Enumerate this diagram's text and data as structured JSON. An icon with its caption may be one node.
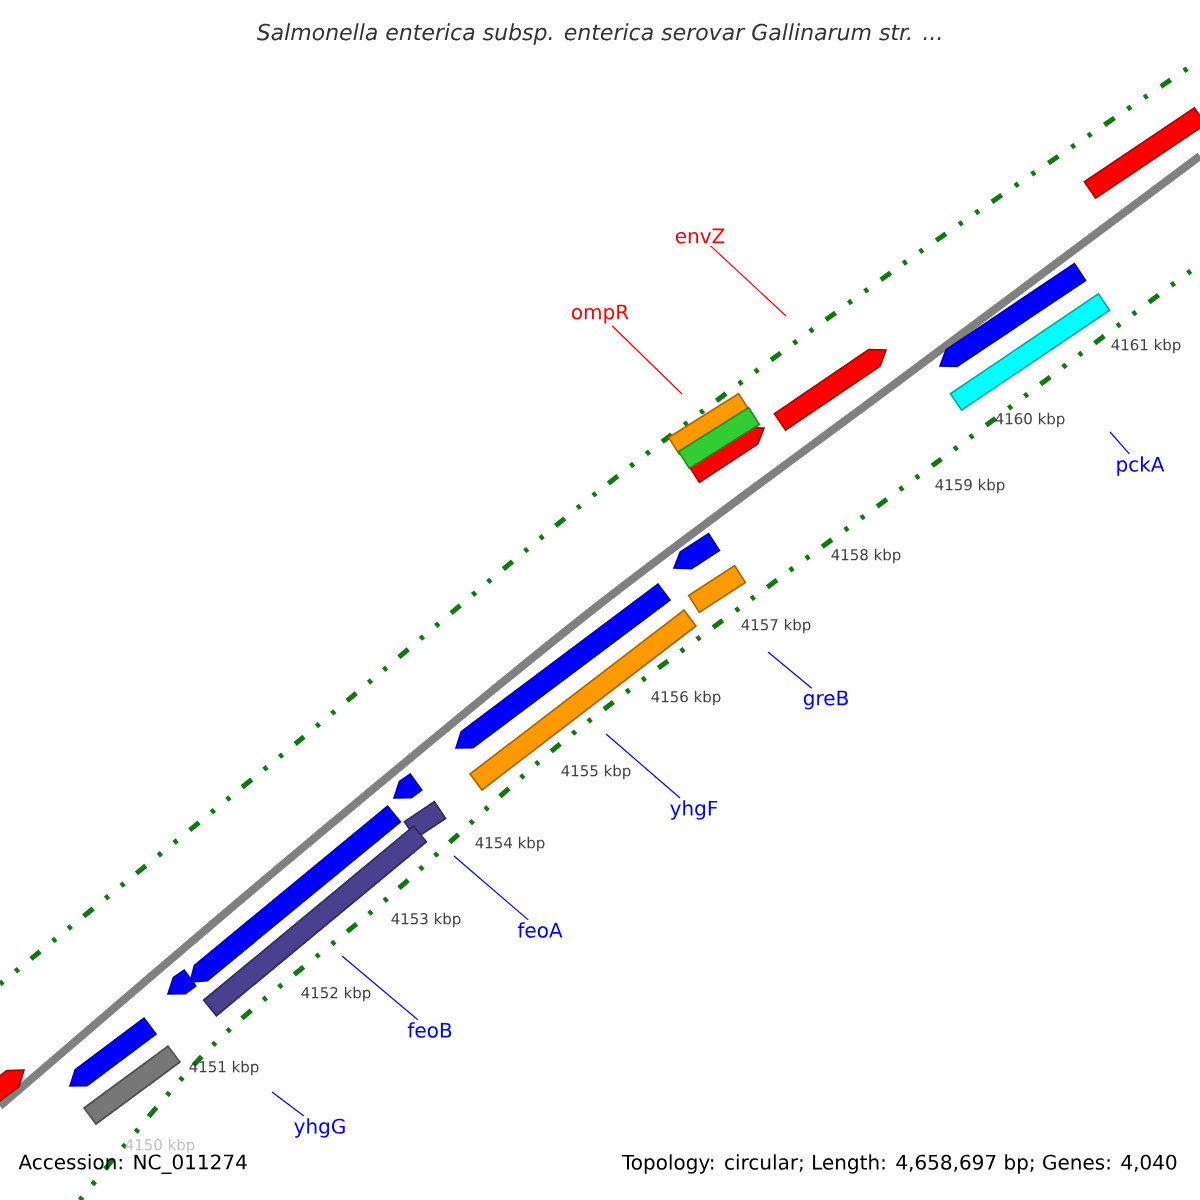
{
  "diagram": {
    "title": "*Salmonella enterica* subsp. *enterica* serovar *Gallinarum* str. ...",
    "nodes": [
      {
        "text": [
          "ompR"
        ]
      },
      {
        "text": [
          "envZ"
        ]
      },
      {
        "text": [
          "pckA"
        ]
      },
      {
        "text": [
          "greB"
        ]
      },
      {
        "text": [
          "yhgF"
        ]
      },
      {
        "text": [
          "feoA"
        ]
      },
      {
        "text": [
          "feoB"
        ]
      },
      {
        "text": [
          "yhgG"
        ]
      }
    ],
    "edges": [
      {
        "from": 0,
        "to": null,
        "arrow": "none",
        "color": "#ff0000"
      },
      {
        "from": 1,
        "to": null,
        "arrow": "none",
        "color": "#ff0000"
      },
      {
        "from": 2,
        "to": null,
        "arrow": "none"
      },
      {
        "from": 3,
        "to": null,
        "arrow": "none"
      },
      {
        "from": 4,
        "to": null,
        "arrow": "none"
      },
      {
        "from": 5,
        "to": null,
        "arrow": "none"
      },
      {
        "from": 6,
        "to": null,
        "arrow": "none"
      },
      {
        "from": 7,
        "to": null,
        "arrow": "none"
      }
    ],
    "labels": [
      "4161 kbp",
      "4160 kbp",
      "4159 kbp",
      "4158 kbp",
      "4157 kbp",
      "4156 kbp",
      "4155 kbp",
      "4154 kbp",
      "4153 kbp",
      "4152 kbp",
      "4151 kbp",
      "4150 kbp",
      "Accession: NC_011274",
      "Topology: circular; Length: 4,658,697 bp; Genes: 4,040"
    ]
  }
}
